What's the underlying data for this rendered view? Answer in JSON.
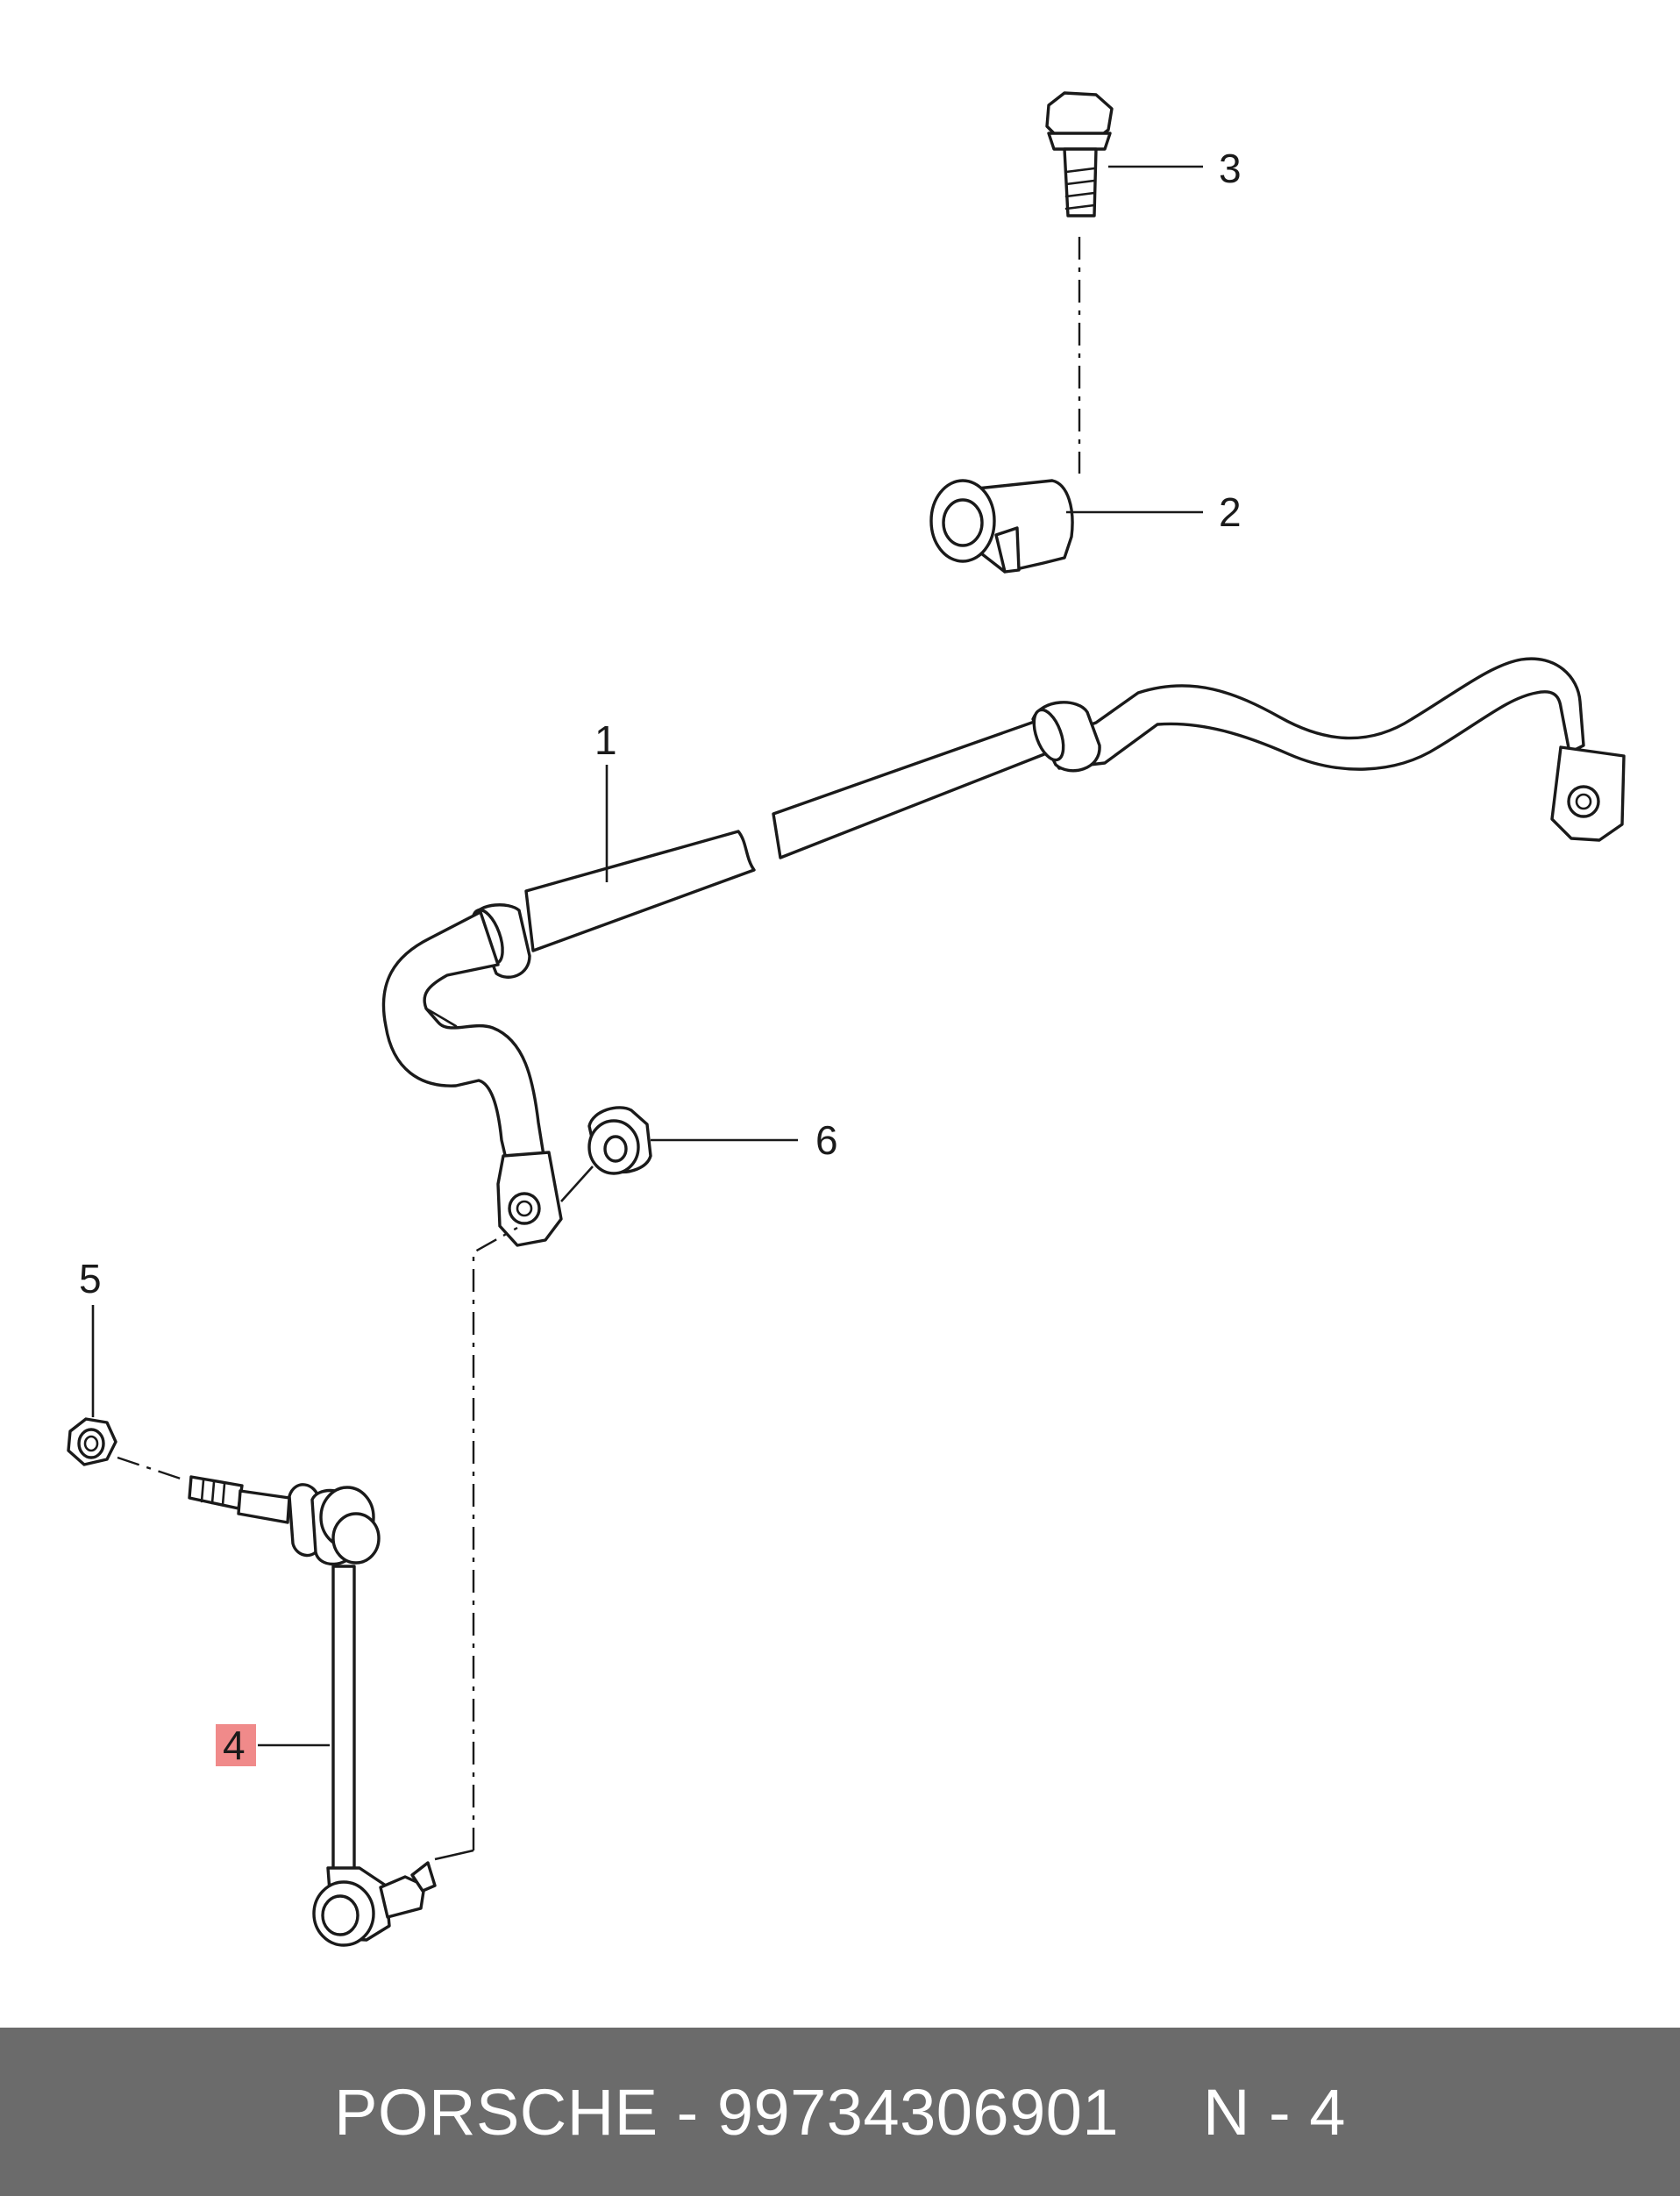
{
  "diagram": {
    "callouts": [
      {
        "id": "1",
        "label": "1"
      },
      {
        "id": "2",
        "label": "2"
      },
      {
        "id": "3",
        "label": "3"
      },
      {
        "id": "4",
        "label": "4",
        "highlighted": true
      },
      {
        "id": "5",
        "label": "5"
      },
      {
        "id": "6",
        "label": "6"
      }
    ],
    "highlight_color": "#f08a8a",
    "parts": [
      "anti-roll-bar",
      "bushing",
      "bolt",
      "coupling-rod",
      "hex-nut",
      "flange-nut"
    ]
  },
  "footer": {
    "brand": "PORSCHE",
    "separator": "-",
    "part_number": "99734306901",
    "position": "N - 4",
    "background_color": "#6b6b6b"
  }
}
